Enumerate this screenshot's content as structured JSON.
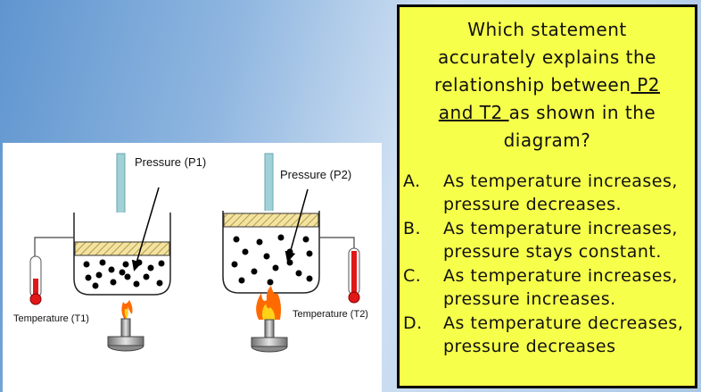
{
  "diagram": {
    "labels": {
      "pressure_p1": "Pressure (P1)",
      "pressure_p2": "Pressure (P2)",
      "temperature_t1": "Temperature (T1)",
      "temperature_t2": "Temperature (T2)"
    }
  },
  "question": {
    "line1": "Which statement",
    "line2": "accurately explains the",
    "line3_pre": "relationship between",
    "line3_ul": " P2",
    "line4_ul": "and T2 ",
    "line4_post": "as shown in the",
    "line5": "diagram?"
  },
  "options": [
    {
      "letter": "A.",
      "line1": "As temperature increases,",
      "line2": "pressure decreases."
    },
    {
      "letter": "B.",
      "line1": "As temperature increases,",
      "line2": "pressure stays constant."
    },
    {
      "letter": "C.",
      "line1": "As temperature increases,",
      "line2": "pressure increases."
    },
    {
      "letter": "D.",
      "line1": "As temperature decreases,",
      "line2": "pressure decreases"
    }
  ],
  "colors": {
    "answer_box": "#f6ff4a",
    "piston_rod": "#9fd1d6",
    "thermometer_red": "#e01818",
    "flame_orange": "#ff6a00"
  }
}
